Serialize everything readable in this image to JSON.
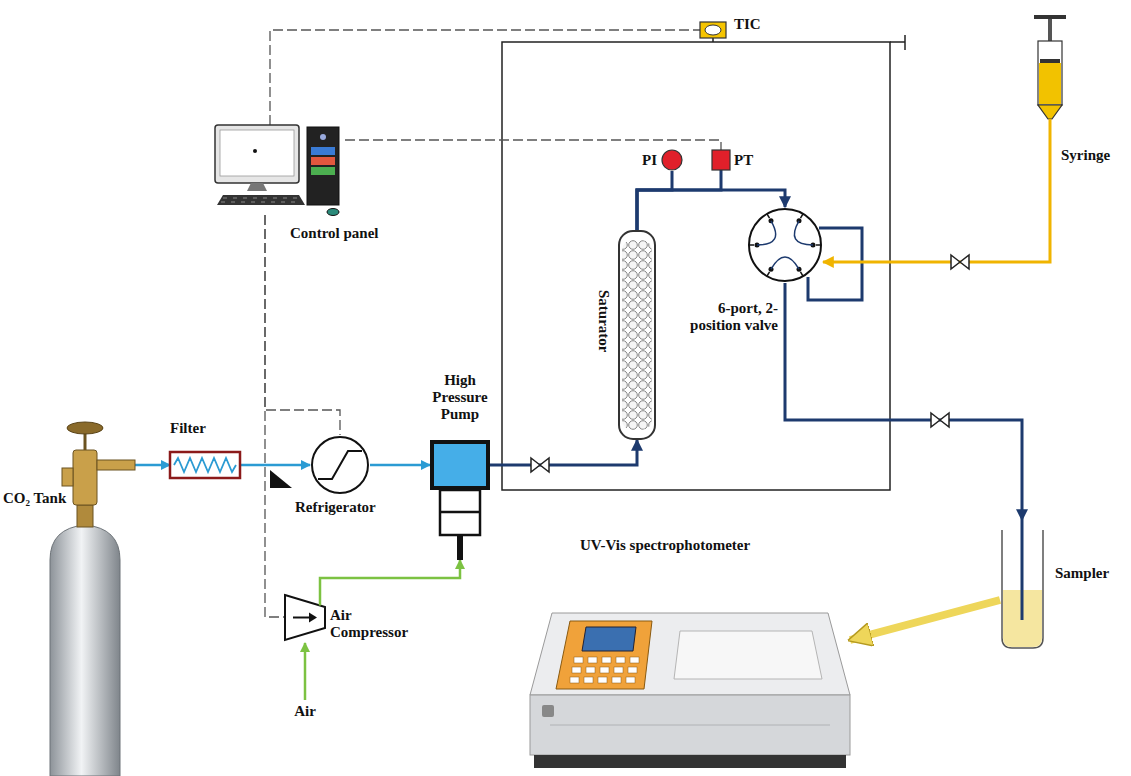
{
  "diagram": {
    "nodes": [
      {
        "text": [
          "TIC"
        ]
      },
      {
        "text": [
          "Syringe"
        ]
      },
      {
        "text": [
          "PI"
        ]
      },
      {
        "text": [
          "PT"
        ]
      },
      {
        "text": [
          "Control panel"
        ]
      },
      {
        "text": [
          "Saturator"
        ]
      },
      {
        "text": [
          "High Pressure Pump"
        ]
      },
      {
        "text": [
          "6-port, 2-position valve"
        ]
      },
      {
        "text": [
          "CO₂ Tank"
        ]
      },
      {
        "text": [
          "Filter"
        ]
      },
      {
        "text": [
          "Refrigerator"
        ]
      },
      {
        "text": [
          "UV-Vis spectrophotometer"
        ]
      },
      {
        "text": [
          "Sampler"
        ]
      },
      {
        "text": [
          "Air Compressor"
        ]
      }
    ],
    "edges": [
      {
        "from": 8,
        "to": 9,
        "arrow": "to"
      },
      {
        "from": 9,
        "to": 10,
        "arrow": "to"
      },
      {
        "from": 10,
        "to": 6,
        "arrow": "to"
      },
      {
        "from": 6,
        "to": 5,
        "arrow": "to"
      },
      {
        "from": 5,
        "to": 7,
        "arrow": "to"
      },
      {
        "from": 5,
        "to": 2,
        "arrow": "none"
      },
      {
        "from": 5,
        "to": 3,
        "arrow": "none"
      },
      {
        "from": 1,
        "to": 7,
        "arrow": "to"
      },
      {
        "from": 7,
        "to": 12,
        "arrow": "to"
      },
      {
        "from": 12,
        "to": 11,
        "arrow": "to"
      },
      {
        "from": 13,
        "to": 6,
        "arrow": "to"
      },
      {
        "from": 4,
        "to": 0,
        "arrow": "none"
      },
      {
        "from": 4,
        "to": 3,
        "arrow": "none"
      },
      {
        "from": 4,
        "to": 10,
        "arrow": "none"
      },
      {
        "from": 4,
        "to": 13,
        "arrow": "none"
      }
    ],
    "labels": [
      "Air"
    ]
  }
}
